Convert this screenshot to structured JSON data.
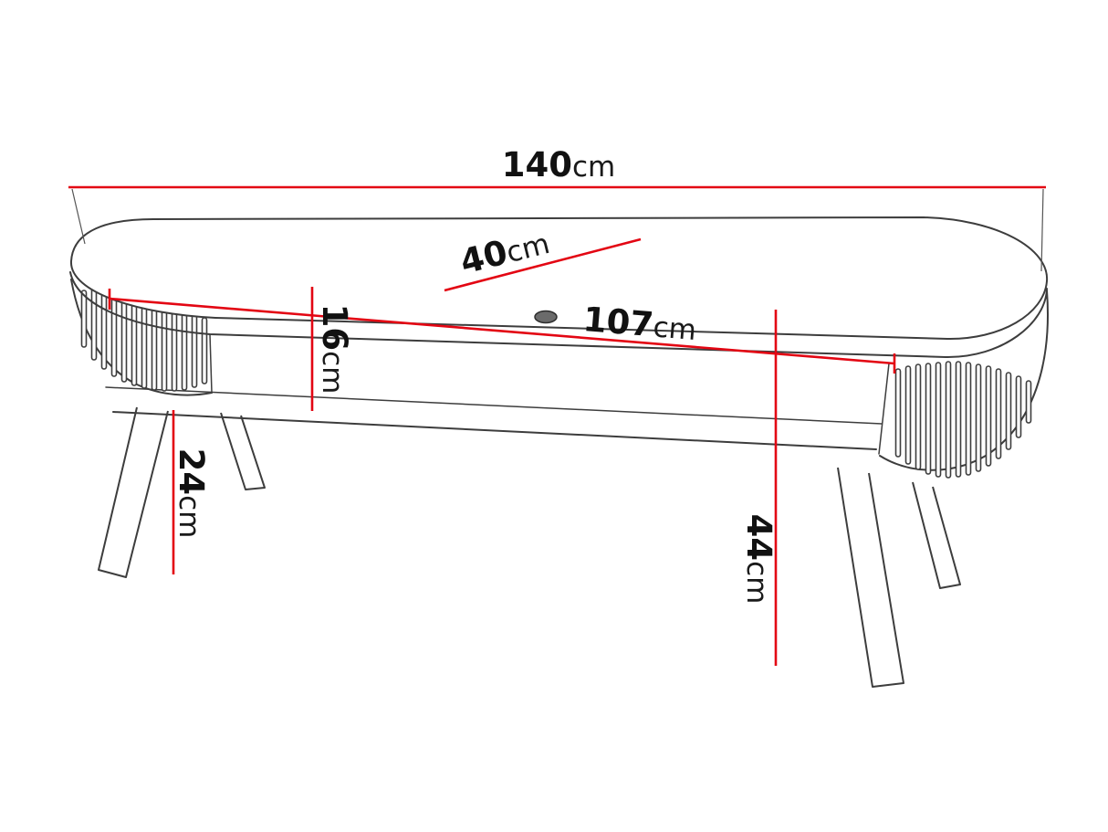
{
  "diagram": {
    "kind": "furniture-dimension-drawing",
    "subject": "oval TV cabinet with slatted rounded ends, open middle shelf and splayed legs",
    "colors": {
      "dimension": "#e30613",
      "outline": "#3d3d3d",
      "label": "#111111",
      "background": "#ffffff"
    },
    "dimensions": {
      "width": {
        "value": "140",
        "unit": "cm"
      },
      "depth": {
        "value": "40",
        "unit": "cm"
      },
      "inner_width": {
        "value": "107",
        "unit": "cm"
      },
      "niche_height": {
        "value": "16",
        "unit": "cm"
      },
      "leg_height": {
        "value": "24",
        "unit": "cm"
      },
      "total_height": {
        "value": "44",
        "unit": "cm"
      }
    }
  }
}
